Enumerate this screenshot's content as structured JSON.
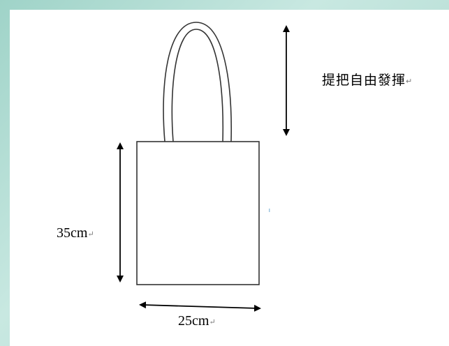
{
  "labels": {
    "height": "35cm",
    "width": "25cm",
    "handle": "提把自由發揮"
  },
  "marks": {
    "paragraph": "↵"
  }
}
